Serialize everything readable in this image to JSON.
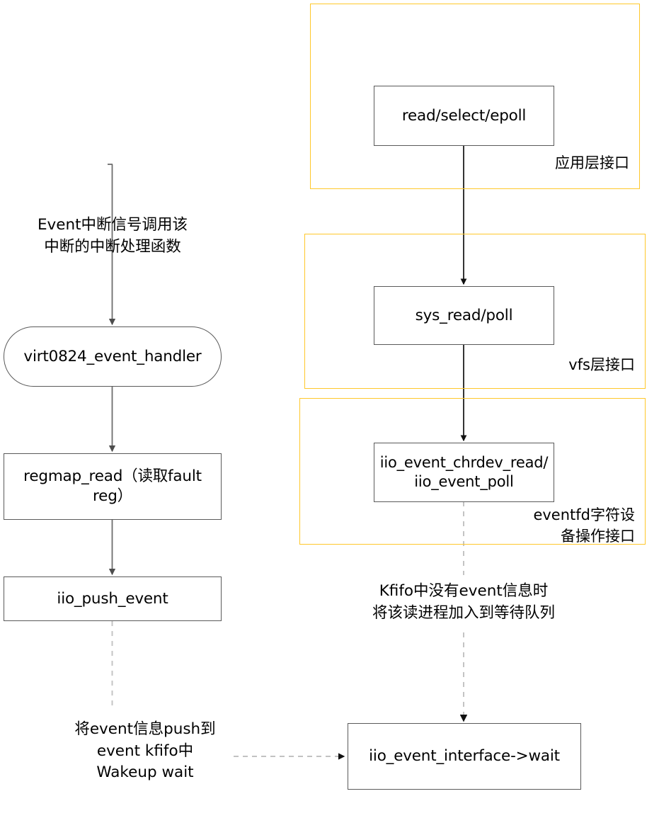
{
  "diagram": {
    "title": "IIO event handling flow",
    "colors": {
      "layer_border": "#ffc82b",
      "node_border": "#5a5a5a",
      "solid_edge": "#4d4d4d",
      "dashed_edge": "#bfbfbf",
      "text": "#000000",
      "background": "#ffffff"
    },
    "layer_groups": [
      {
        "id": "app",
        "label": "应用层接口"
      },
      {
        "id": "vfs",
        "label": "vfs层接口"
      },
      {
        "id": "chrdev",
        "label": "eventfd字符设\n备操作接口"
      }
    ],
    "nodes": {
      "read_select_epoll": "read/select/epoll",
      "sys_read_poll": "sys_read/poll",
      "iio_event_chrdev": "iio_event_chrdev_read/\niio_event_poll",
      "iio_event_interface_wait": "iio_event_interface->wait",
      "virt0824_event_handler": "virt0824_event_handler",
      "regmap_read": "regmap_read（读取fault\nreg）",
      "iio_push_event": "iio_push_event"
    },
    "annotations": {
      "irq_note": "Event中断信号调用该\n中断的中断处理函数",
      "kfifo_note": "Kfifo中没有event信息时\n将该读进程加入到等待队列",
      "push_note": "将event信息push到\nevent kfifo中\nWakeup wait"
    }
  }
}
